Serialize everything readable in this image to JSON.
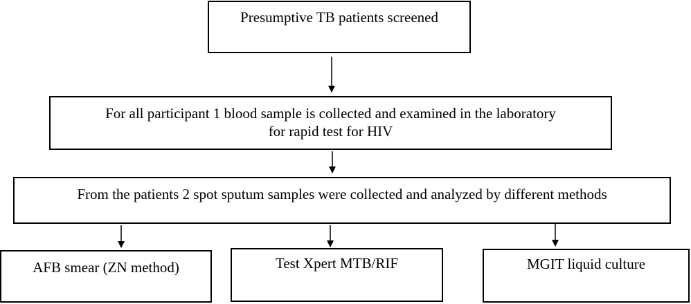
{
  "flowchart": {
    "step1": {
      "text": "Presumptive TB patients screened"
    },
    "step2": {
      "text": "For all participant 1 blood sample is collected and examined in the laboratory\nfor rapid test for HIV"
    },
    "step3": {
      "text": "From the patients 2 spot sputum samples were collected and analyzed by different methods"
    },
    "methods": [
      {
        "text": "AFB smear (ZN method)"
      },
      {
        "text": "Test Xpert MTB/RIF"
      },
      {
        "text": "MGIT liquid culture"
      }
    ]
  }
}
